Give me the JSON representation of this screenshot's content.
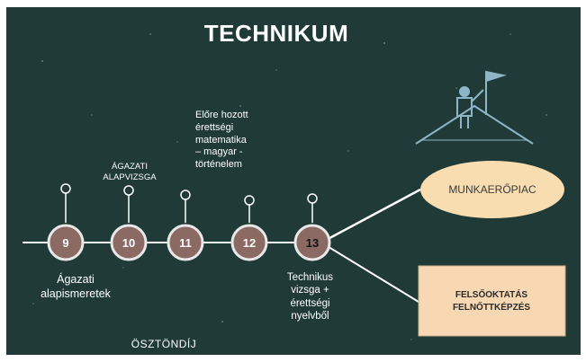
{
  "title": "TECHNIKUM",
  "grades": [
    "9",
    "10",
    "11",
    "12",
    "13"
  ],
  "labels": {
    "agazati_alapvizsga": "ÁGAZATI\nALAPVIZSGA",
    "elore_hozott": "Előre hozott\nérettségi\nmatematika\n– magyar -\ntörténelem",
    "agazati_alapismeretek": "Ágazati\nalapismeretek",
    "technikus_vizsga": "Technikus\nvizsga +\nérettségi\nnyelvből",
    "osztondij": "ÖSZTÖNDÍJ"
  },
  "outcomes": {
    "munkaeropiac": "MUNKAERŐPIAC",
    "felsooktatas": "FELSŐOKTATÁS",
    "felnottkepzes": "FELNŐTTKÉPZÉS"
  },
  "colors": {
    "background": "#1f3a37",
    "node": "#8a6a62",
    "node_border": "#e8e8e8",
    "ellipse": "#f7ddb0",
    "box": "#f8d8b2",
    "line": "#ffffff"
  },
  "icons": [
    "climber-flag-icon"
  ]
}
